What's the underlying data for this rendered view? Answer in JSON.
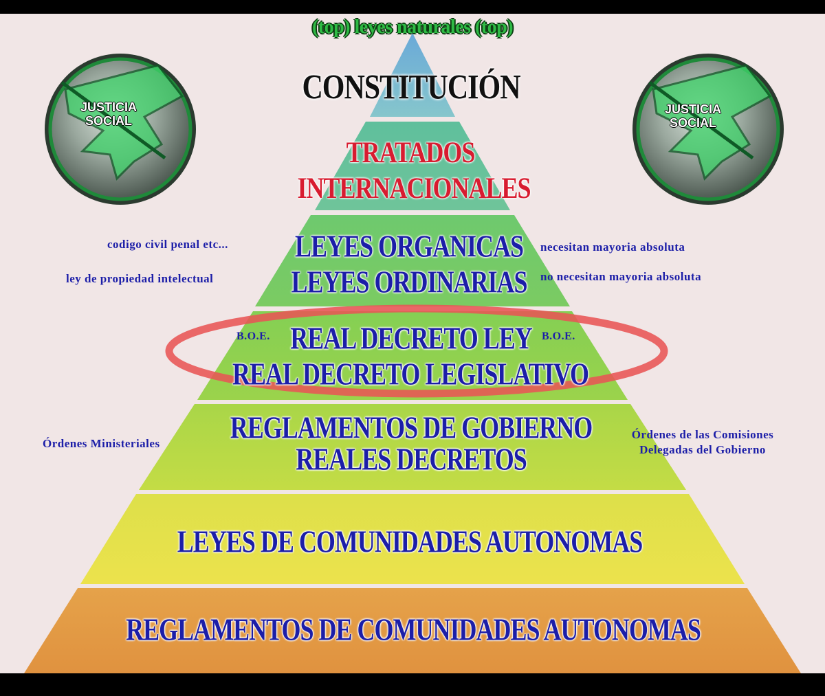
{
  "top_label": "(top) leyes naturales (top)",
  "logo": {
    "line1": "JUSTICIA",
    "line2": "SOCIAL"
  },
  "levels": {
    "constitucion": "CONSTITUCIÓN",
    "tratados_1": "TRATADOS",
    "tratados_2": "INTERNACIONALES",
    "leyes_organicas": "LEYES ORGANICAS",
    "leyes_ordinarias": "LEYES ORDINARIAS",
    "real_decreto_ley": "REAL DECRETO LEY",
    "real_decreto_legislativo": "REAL DECRETO LEGISLATIVO",
    "reglamentos_gobierno": "REGLAMENTOS DE GOBIERNO",
    "reales_decretos": "REALES DECRETOS",
    "leyes_ccaa": "LEYES DE COMUNIDADES AUTONOMAS",
    "reglamentos_ccaa": "REGLAMENTOS DE COMUNIDADES AUTONOMAS"
  },
  "notes": {
    "left_organicas": "codigo civil penal etc...",
    "right_organicas": "necesitan mayoria absoluta",
    "left_ordinarias": "ley de propiedad intelectual",
    "right_ordinarias": "no necesitan mayoria absoluta",
    "left_boe": "B.O.E.",
    "right_boe": "B.O.E.",
    "left_ordenes": "Órdenes Ministeriales",
    "right_ordenes_1": "Órdenes de las Comisiones",
    "right_ordenes_2": "Delegadas del Gobierno"
  },
  "colors": {
    "background": "#f1e6e6",
    "tier_blue": "#79b9d2",
    "tier_teal": "#68c3a1",
    "tier_green": "#74cb6a",
    "tier_bright_green": "#8fd04f",
    "tier_lime": "#b6d945",
    "tier_yellow": "#e4e34b",
    "tier_orange": "#e39d48",
    "text_blue": "#1c1ea8",
    "text_red": "#d81c30",
    "ellipse_red": "#e85555"
  }
}
